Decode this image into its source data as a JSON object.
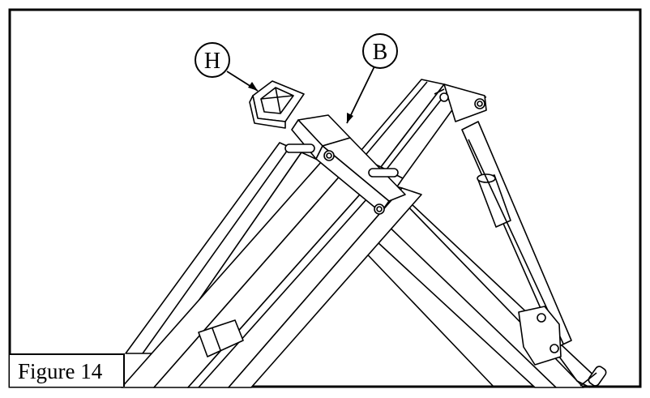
{
  "figure": {
    "caption": "Figure 14",
    "callouts": [
      {
        "id": "H",
        "label": "H"
      },
      {
        "id": "B",
        "label": "B"
      }
    ]
  }
}
